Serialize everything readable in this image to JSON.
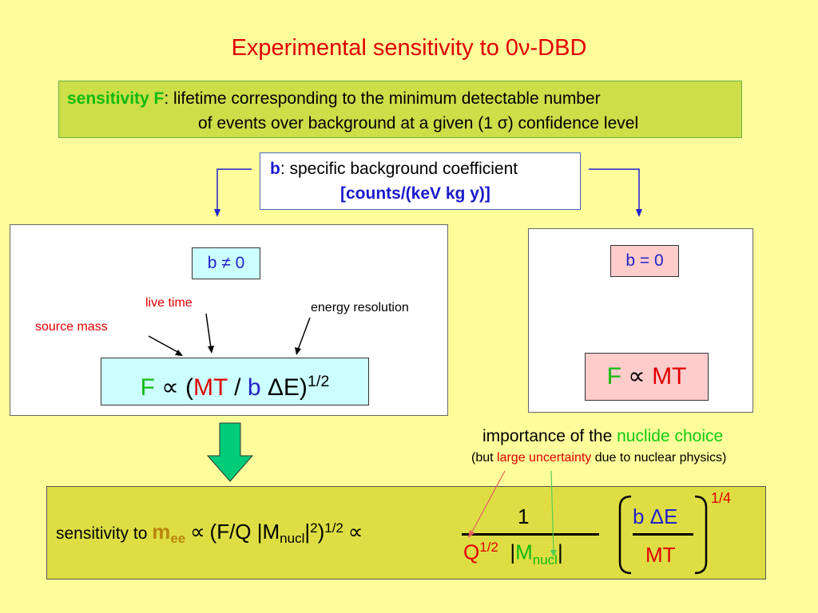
{
  "title": "Experimental sensitivity to 0ν-DBD",
  "definition": {
    "term": "sensitivity F",
    "line1_rest": ": lifetime corresponding to the minimum detectable number",
    "line2": "of events over background at a given (1 σ) confidence level"
  },
  "background_coeff": {
    "term": "b",
    "line1_rest": ": specific background coefficient",
    "units": "[counts/(keV kg y)]"
  },
  "left_panel": {
    "condition": "b ≠ 0",
    "label_live_time": "live time",
    "label_source_mass": "source mass",
    "label_energy_resolution": "energy resolution",
    "formula": {
      "F": "F",
      "prop": "∝",
      "open": "(",
      "MT": "MT",
      "slash": "/",
      "b": "b",
      "dE": "ΔE)",
      "exp": "1/2"
    }
  },
  "right_panel": {
    "condition": "b = 0",
    "formula": {
      "F": "F",
      "prop": "∝",
      "MT": "MT"
    }
  },
  "importance": {
    "prefix": "importance of the ",
    "highlight": "nuclide choice",
    "but_open": "(but ",
    "but_highlight": "large uncertainty",
    "but_rest": " due to nuclear physics)"
  },
  "bottom": {
    "prefix": "sensitivity to ",
    "m": "m",
    "ee": "ee",
    "prop1": "∝",
    "expr_open": "(F/Q |M",
    "nucl": "nucl",
    "bar2": "|",
    "two": "2",
    "close": ")",
    "half": "1/2",
    "prop2": "∝",
    "numerator": "1",
    "Q": "Q",
    "Qexp": "1/2",
    "Mbar_open": "|M",
    "Mnucl": "nucl",
    "Mbar_close": "|",
    "paren_top": "b ΔE",
    "paren_bottom": "MT",
    "outer_exp": "1/4"
  },
  "colors": {
    "background": "#fdfd9b",
    "title": "#e00000",
    "green": "#11bb11",
    "blue": "#2222cc",
    "arrow_fill": "#00cc77"
  }
}
